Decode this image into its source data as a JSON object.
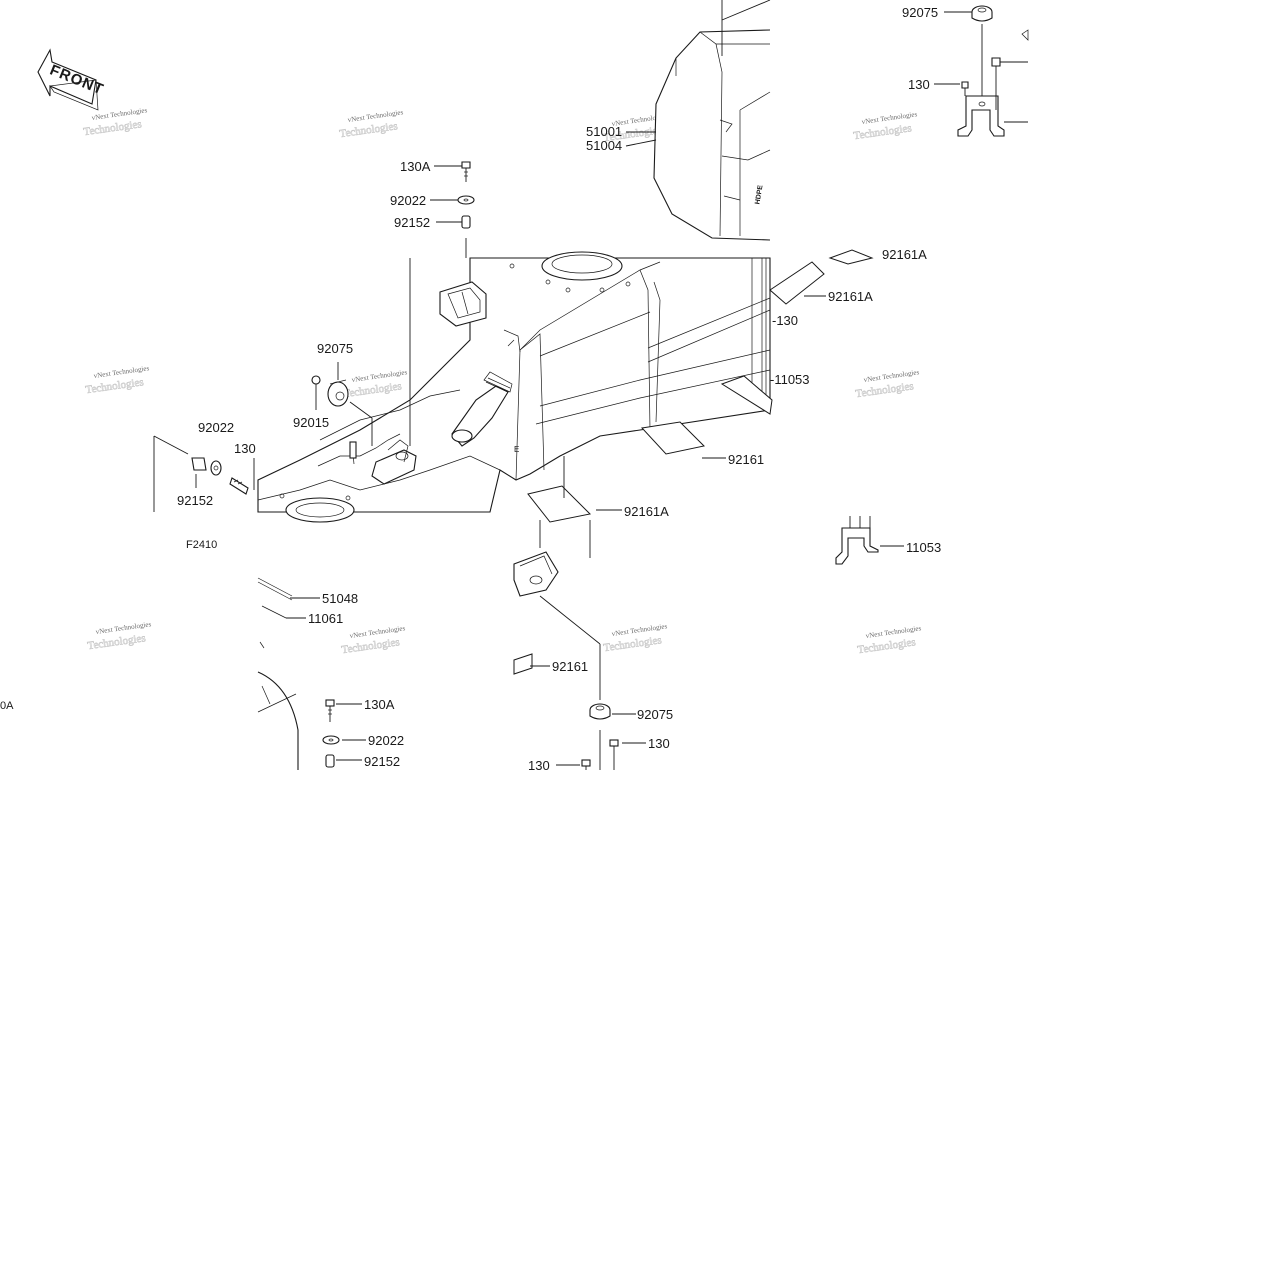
{
  "front_arrow": {
    "label": "FRONT"
  },
  "figure_code": "F2410",
  "watermark": {
    "line1": "vNext Technologies",
    "line2": "Technologies"
  },
  "callouts": {
    "p92075_top": "92075",
    "p130_top": "130",
    "p51001": "51001",
    "p51004": "51004",
    "p130A_top": "130A",
    "p92022_top": "92022",
    "p92152_top": "92152",
    "p92161A_cut": "92161A",
    "p92161A_upper": "92161A",
    "p130_right": "-130",
    "p11053_right": "-11053",
    "p92075_mid": "92075",
    "p92015": "92015",
    "p92022_left": "92022",
    "p130_left": "130",
    "p92152_left": "92152",
    "p92161_mid": "92161",
    "p92161A_lower": "92161A",
    "p11053_lower": "11053",
    "p51048": "51048",
    "p11061": "11061",
    "p92161_lower": "92161",
    "p130A_lower": "130A",
    "p92022_lower": "92022",
    "p92152_lower": "92152",
    "p92075_lower": "92075",
    "p130_lower_right": "130",
    "p130_lower_left": "130",
    "p130A_edge": "0A"
  },
  "decal_text": "HDPE"
}
